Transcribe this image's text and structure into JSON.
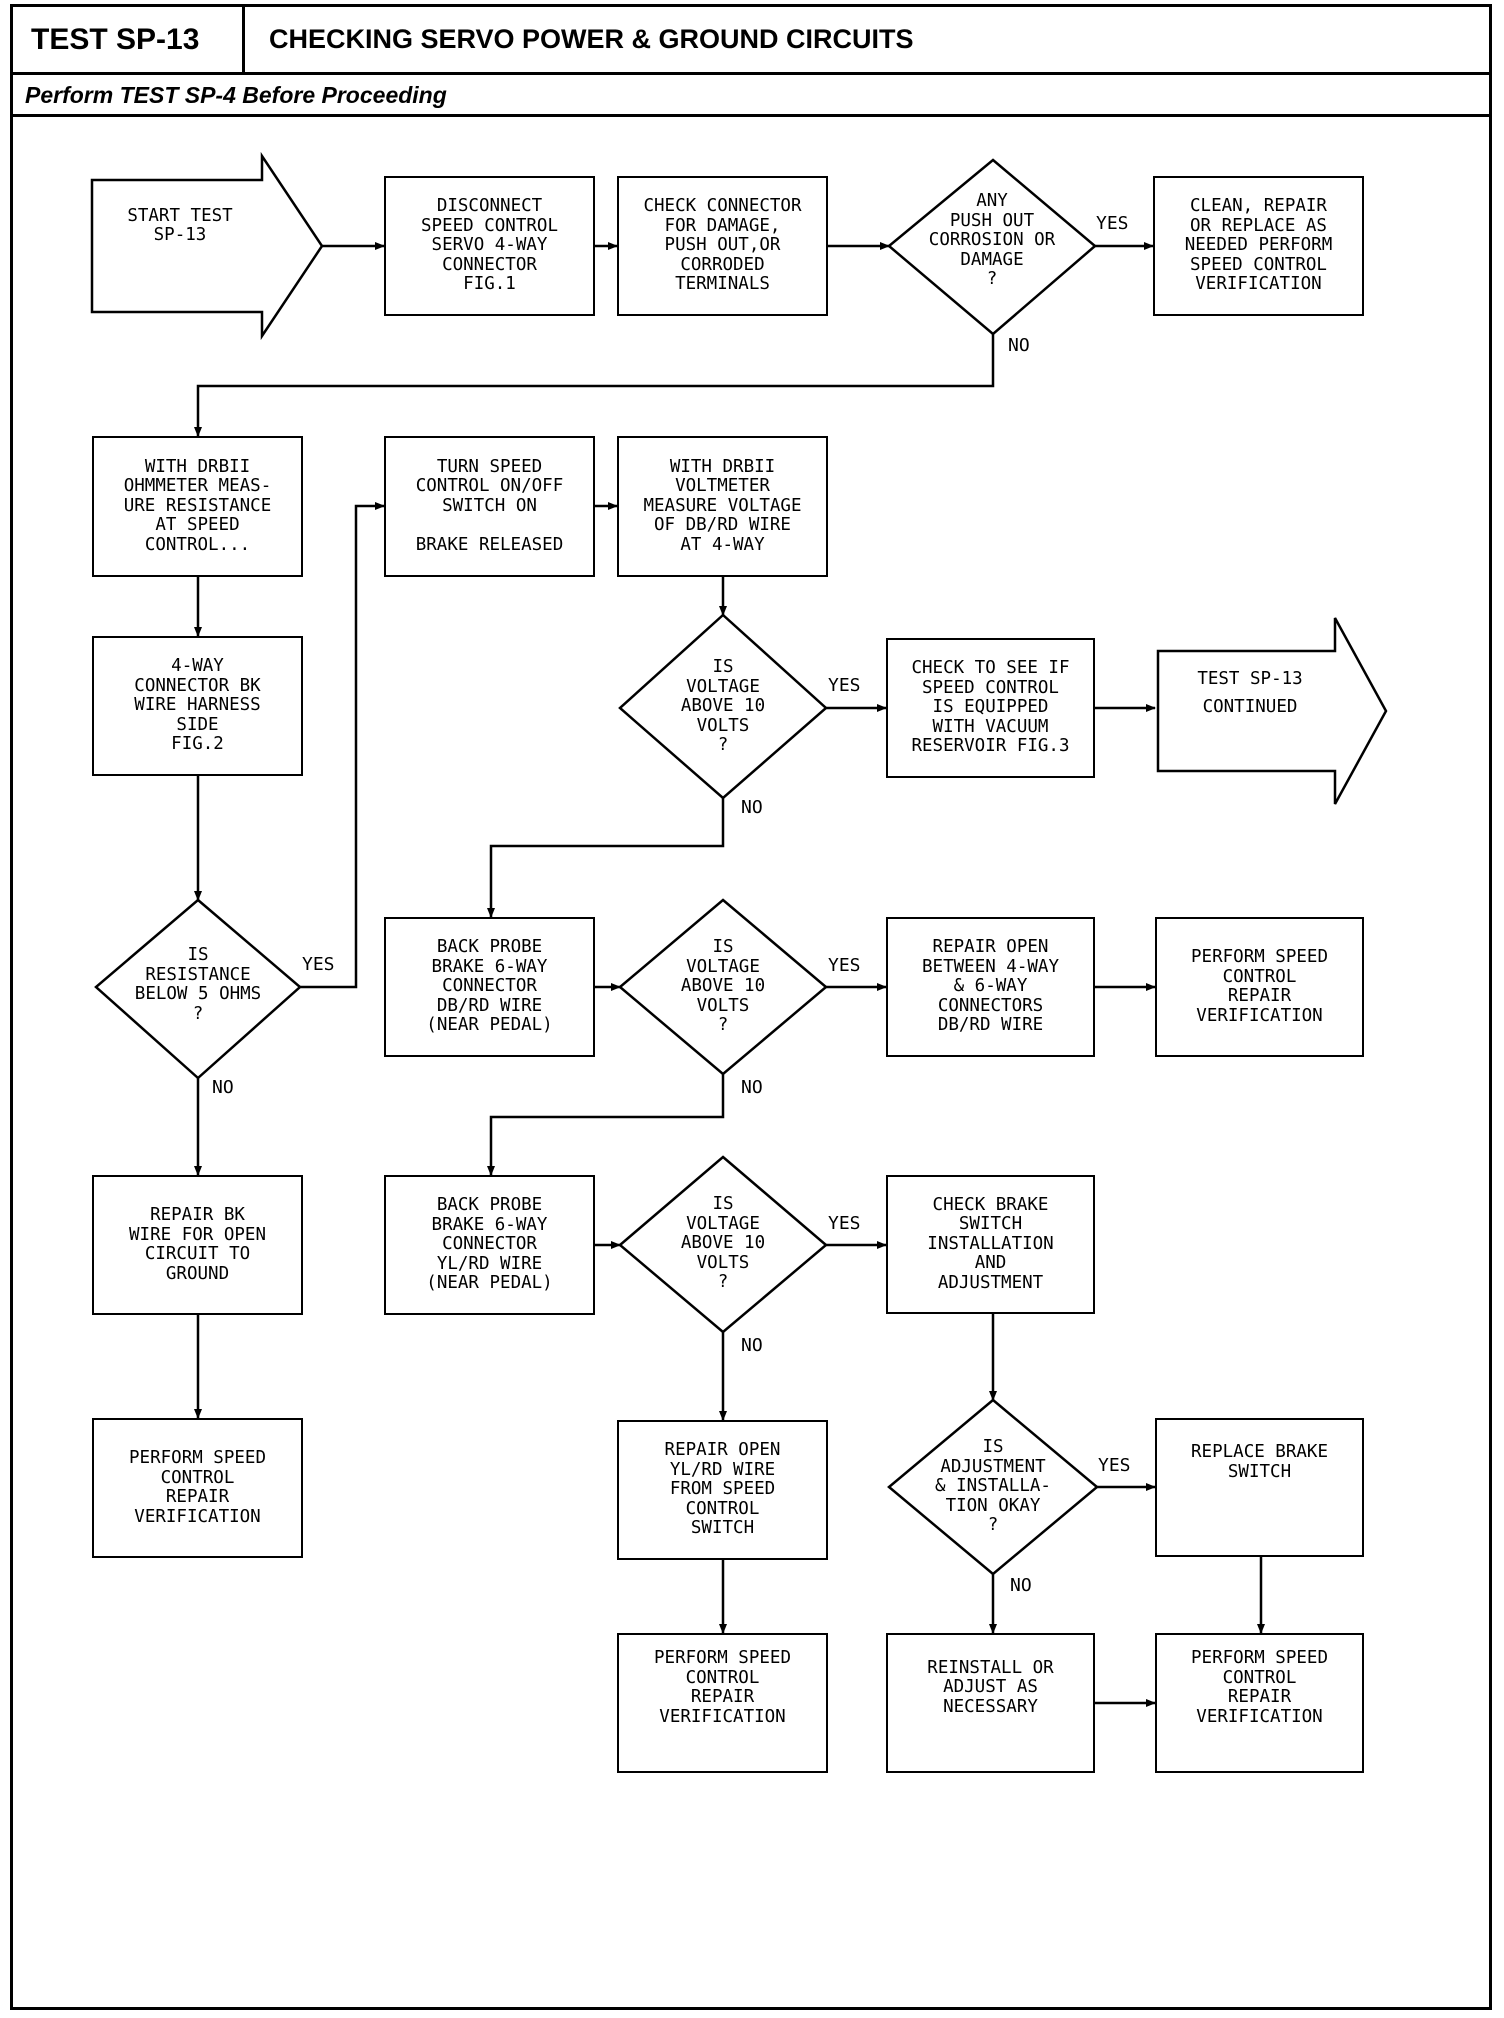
{
  "header": {
    "test_id": "TEST SP-13",
    "title": "CHECKING SERVO POWER & GROUND CIRCUITS",
    "subheader": "Perform TEST SP-4 Before Proceeding"
  },
  "flowchart": {
    "nodes": {
      "start": "START TEST\nSP-13",
      "disconnect": "DISCONNECT\nSPEED CONTROL\nSERVO 4-WAY\nCONNECTOR\nFIG.1",
      "check_connector": "CHECK CONNECTOR\nFOR DAMAGE,\nPUSH OUT,OR\nCORRODED\nTERMINALS",
      "q_pushout": "ANY\nPUSH OUT\nCORROSION OR\nDAMAGE\n?",
      "clean_repair": "CLEAN, REPAIR\nOR REPLACE AS\nNEEDED PERFORM\nSPEED CONTROL\nVERIFICATION",
      "ohmmeter": "WITH DRBII\nOHMMETER MEAS-\nURE RESISTANCE\nAT SPEED\nCONTROL...",
      "turn_on": "TURN SPEED\nCONTROL ON/OFF\nSWITCH ON\n\nBRAKE RELEASED",
      "voltmeter": "WITH DRBII\nVOLTMETER\nMEASURE VOLTAGE\nOF DB/RD WIRE\nAT 4-WAY",
      "bk_wire": "4-WAY\nCONNECTOR BK\nWIRE HARNESS\nSIDE\nFIG.2",
      "q_voltage1": "IS\nVOLTAGE\nABOVE 10\nVOLTS\n?",
      "check_vacuum": "CHECK TO SEE IF\nSPEED CONTROL\nIS EQUIPPED\nWITH VACUUM\nRESERVOIR FIG.3",
      "continued": "TEST SP-13\nCONTINUED",
      "q_resistance": "IS\nRESISTANCE\nBELOW 5 OHMS\n?",
      "back_probe_db": "BACK PROBE\nBRAKE 6-WAY\nCONNECTOR\nDB/RD WIRE\n(NEAR PEDAL)",
      "q_voltage2": "IS\nVOLTAGE\nABOVE 10\nVOLTS\n?",
      "repair_open_4_6": "REPAIR OPEN\nBETWEEN 4-WAY\n& 6-WAY\nCONNECTORS\nDB/RD WIRE",
      "perform_verif_1": "PERFORM SPEED\nCONTROL\nREPAIR\nVERIFICATION",
      "repair_bk": "REPAIR BK\nWIRE FOR OPEN\nCIRCUIT TO\nGROUND",
      "back_probe_yl": "BACK PROBE\nBRAKE 6-WAY\nCONNECTOR\nYL/RD WIRE\n(NEAR PEDAL)",
      "q_voltage3": "IS\nVOLTAGE\nABOVE 10\nVOLTS\n?",
      "check_brake_switch": "CHECK BRAKE\nSWITCH\nINSTALLATION\nAND\nADJUSTMENT",
      "perform_verif_2": "PERFORM SPEED\nCONTROL\nREPAIR\nVERIFICATION",
      "repair_open_yl": "REPAIR OPEN\nYL/RD WIRE\nFROM SPEED\nCONTROL\nSWITCH",
      "q_adjust": "IS\nADJUSTMENT\n& INSTALLA-\nTION OKAY\n?",
      "replace_switch": "REPLACE BRAKE\nSWITCH",
      "perform_verif_3": "PERFORM SPEED\nCONTROL\nREPAIR\nVERIFICATION",
      "reinstall": "REINSTALL OR\nADJUST AS\nNECESSARY",
      "perform_verif_4": "PERFORM SPEED\nCONTROL\nREPAIR\nVERIFICATION"
    },
    "labels": {
      "yes": "YES",
      "no": "NO"
    }
  }
}
